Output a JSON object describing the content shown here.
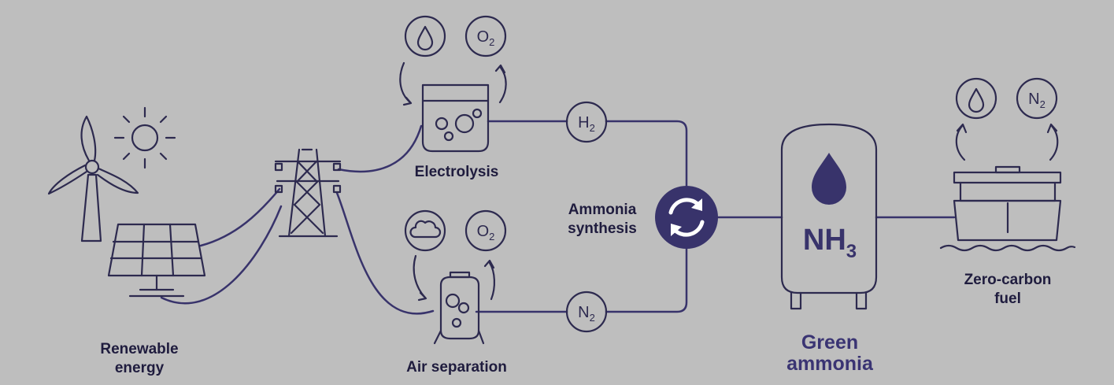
{
  "labels": {
    "renewable_line1": "Renewable",
    "renewable_line2": "energy",
    "electrolysis": "Electrolysis",
    "air_separation": "Air separation",
    "ammonia_synthesis_line1": "Ammonia",
    "ammonia_synthesis_line2": "synthesis",
    "green_ammonia_line1": "Green",
    "green_ammonia_line2": "ammonia",
    "zero_carbon_line1": "Zero-carbon",
    "zero_carbon_line2": "fuel"
  },
  "chemicals": {
    "tank": {
      "main": "NH",
      "sub": "3"
    },
    "hydrogen": {
      "main": "H",
      "sub": "2"
    },
    "nitrogen": {
      "main": "N",
      "sub": "2"
    },
    "oxygen": {
      "main": "O",
      "sub": "2"
    },
    "ship_output_nitrogen": {
      "main": "N",
      "sub": "2"
    }
  },
  "colors": {
    "background": "#bebebe",
    "line": "#38336b",
    "icon_stroke": "#2d2a4f",
    "accent_fill": "#38336b",
    "green_ammonia_text": "#3a3473"
  },
  "icons": [
    "wind-turbine-icon",
    "sun-icon",
    "solar-panel-icon",
    "pylon-icon",
    "water-drop-icon",
    "cloud-icon",
    "electrolyser-icon",
    "air-separator-icon",
    "recycle-icon",
    "storage-tank-icon",
    "ship-icon"
  ]
}
